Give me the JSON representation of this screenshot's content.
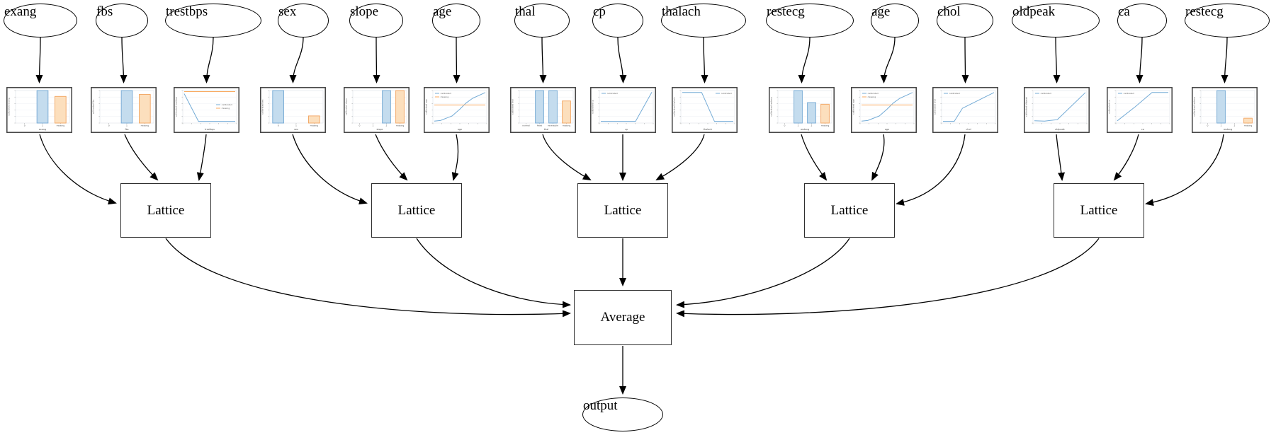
{
  "nodes": {
    "features": [
      "exang",
      "fbs",
      "trestbps",
      "sex",
      "slope",
      "age",
      "thal",
      "cp",
      "thalach",
      "restecg",
      "age",
      "chol",
      "oldpeak",
      "ca",
      "restecg"
    ],
    "lattice_label": "Lattice",
    "average_label": "Average",
    "output_label": "output",
    "lattice_count": 5
  },
  "colors": {
    "calibrated_blue": "#74abd6",
    "missing_orange": "#f9a95f",
    "bar_blue_fill": "#c4dcee",
    "bar_blue_edge": "#73a8d4",
    "bar_orange_fill": "#fcdfbd",
    "bar_orange_edge": "#f2a35f",
    "node_stroke": "#000000",
    "chart_frame": "#3f3f3f",
    "background": "#ffffff"
  },
  "chart_data": [
    {
      "type": "bar",
      "feature": "exang",
      "xlabel": "exang",
      "ylabel": "calibrated exang",
      "xticks": [
        "0",
        "1",
        "missing"
      ],
      "bars": [
        {
          "tick": "1",
          "height": 1.0,
          "color": "blue"
        },
        {
          "tick": "missing",
          "height": 0.82,
          "color": "orange"
        }
      ],
      "legend": null
    },
    {
      "type": "bar",
      "feature": "fbs",
      "xlabel": "fbs",
      "ylabel": "calibrated fbs",
      "xticks": [
        "0",
        "1",
        "missing"
      ],
      "bars": [
        {
          "tick": "1",
          "height": 1.0,
          "color": "blue"
        },
        {
          "tick": "missing",
          "height": 0.88,
          "color": "orange"
        }
      ],
      "legend": null
    },
    {
      "type": "line",
      "feature": "trestbps",
      "xlabel": "trestbps",
      "ylabel": "calibrated trestbps",
      "series": [
        {
          "name": "calibrated",
          "color": "blue",
          "points": [
            [
              0,
              0.93
            ],
            [
              0.28,
              0.02
            ],
            [
              1,
              0.02
            ]
          ]
        },
        {
          "name": "missing",
          "color": "orange",
          "points": [
            [
              0,
              1
            ],
            [
              1,
              1
            ]
          ]
        }
      ],
      "legend": {
        "position": "mid-right",
        "entries": [
          {
            "label": "calibrated",
            "color": "blue"
          },
          {
            "label": "missing",
            "color": "orange"
          }
        ]
      }
    },
    {
      "type": "bar",
      "feature": "sex",
      "xlabel": "sex",
      "ylabel": "calibrated sex",
      "xticks": [
        "0",
        "1",
        "missing"
      ],
      "bars": [
        {
          "tick": "0",
          "height": 1.0,
          "color": "blue"
        },
        {
          "tick": "missing",
          "height": 0.22,
          "color": "orange"
        }
      ],
      "legend": null
    },
    {
      "type": "bar",
      "feature": "slope",
      "xlabel": "slope",
      "ylabel": "calibrated slope",
      "xticks": [
        "0",
        "1",
        "2",
        "missing"
      ],
      "bars": [
        {
          "tick": "2",
          "height": 1.0,
          "color": "blue"
        },
        {
          "tick": "missing",
          "height": 1.0,
          "color": "orange"
        }
      ],
      "legend": null
    },
    {
      "type": "line",
      "feature": "age",
      "xlabel": "age",
      "ylabel": "calibrated age",
      "series": [
        {
          "name": "calibrated",
          "color": "blue",
          "points": [
            [
              0,
              0.03
            ],
            [
              0.12,
              0.05
            ],
            [
              0.35,
              0.2
            ],
            [
              0.5,
              0.42
            ],
            [
              0.62,
              0.62
            ],
            [
              0.75,
              0.78
            ],
            [
              1,
              0.97
            ]
          ]
        },
        {
          "name": "missing",
          "color": "orange",
          "points": [
            [
              0,
              0.56
            ],
            [
              1,
              0.56
            ]
          ]
        }
      ],
      "legend": {
        "position": "top-left",
        "entries": [
          {
            "label": "calibrated",
            "color": "blue"
          },
          {
            "label": "missing",
            "color": "orange"
          }
        ]
      }
    },
    {
      "type": "bar",
      "feature": "thal",
      "xlabel": "thal",
      "ylabel": "calibrated thal",
      "xticks": [
        "normal",
        "fixed",
        "reversible",
        "missing"
      ],
      "bars": [
        {
          "tick": "fixed",
          "height": 1.0,
          "color": "blue"
        },
        {
          "tick": "reversible",
          "height": 1.0,
          "color": "blue"
        },
        {
          "tick": "missing",
          "height": 0.68,
          "color": "orange"
        }
      ],
      "legend": null
    },
    {
      "type": "line",
      "feature": "cp",
      "xlabel": "cp",
      "ylabel": "calibrated cp",
      "series": [
        {
          "name": "calibrated",
          "color": "blue",
          "points": [
            [
              0,
              0.02
            ],
            [
              0.68,
              0.02
            ],
            [
              1,
              0.98
            ]
          ]
        }
      ],
      "legend": {
        "position": "top-left",
        "entries": [
          {
            "label": "calibrated",
            "color": "blue"
          }
        ]
      }
    },
    {
      "type": "line",
      "feature": "thalach",
      "xlabel": "thalach",
      "ylabel": "calibrated thalach",
      "series": [
        {
          "name": "calibrated",
          "color": "blue",
          "points": [
            [
              0,
              0.97
            ],
            [
              0.38,
              0.97
            ],
            [
              0.63,
              0.02
            ],
            [
              1,
              0.02
            ]
          ]
        }
      ],
      "legend": {
        "position": "top-right",
        "entries": [
          {
            "label": "calibrated",
            "color": "blue"
          }
        ]
      }
    },
    {
      "type": "bar",
      "feature": "restecg",
      "xlabel": "restecg",
      "ylabel": "calibrated restecg",
      "xticks": [
        "0",
        "1",
        "2",
        "missing"
      ],
      "bars": [
        {
          "tick": "1",
          "height": 1.0,
          "color": "blue"
        },
        {
          "tick": "2",
          "height": 0.63,
          "color": "blue"
        },
        {
          "tick": "missing",
          "height": 0.58,
          "color": "orange"
        }
      ],
      "legend": null
    },
    {
      "type": "line",
      "feature": "age",
      "xlabel": "age",
      "ylabel": "calibrated age",
      "series": [
        {
          "name": "calibrated",
          "color": "blue",
          "points": [
            [
              0,
              0.03
            ],
            [
              0.12,
              0.05
            ],
            [
              0.35,
              0.2
            ],
            [
              0.5,
              0.42
            ],
            [
              0.62,
              0.62
            ],
            [
              0.75,
              0.78
            ],
            [
              1,
              0.97
            ]
          ]
        },
        {
          "name": "missing",
          "color": "orange",
          "points": [
            [
              0,
              0.56
            ],
            [
              1,
              0.56
            ]
          ]
        }
      ],
      "legend": {
        "position": "top-left",
        "entries": [
          {
            "label": "calibrated",
            "color": "blue"
          },
          {
            "label": "missing",
            "color": "orange"
          }
        ]
      }
    },
    {
      "type": "line",
      "feature": "chol",
      "xlabel": "chol",
      "ylabel": "calibrated chol",
      "series": [
        {
          "name": "calibrated",
          "color": "blue",
          "points": [
            [
              0,
              0.02
            ],
            [
              0.22,
              0.02
            ],
            [
              0.38,
              0.45
            ],
            [
              1,
              0.97
            ]
          ]
        }
      ],
      "legend": {
        "position": "top-left",
        "entries": [
          {
            "label": "calibrated",
            "color": "blue"
          }
        ]
      }
    },
    {
      "type": "line",
      "feature": "oldpeak",
      "xlabel": "oldpeak",
      "ylabel": "calibrated oldpeak",
      "series": [
        {
          "name": "calibrated",
          "color": "blue",
          "points": [
            [
              0,
              0.04
            ],
            [
              0.2,
              0.03
            ],
            [
              0.45,
              0.08
            ],
            [
              1,
              0.97
            ]
          ]
        }
      ],
      "legend": {
        "position": "top-left",
        "entries": [
          {
            "label": "calibrated",
            "color": "blue"
          }
        ]
      }
    },
    {
      "type": "line",
      "feature": "ca",
      "xlabel": "ca",
      "ylabel": "calibrated ca",
      "series": [
        {
          "name": "calibrated",
          "color": "blue",
          "points": [
            [
              0,
              0.04
            ],
            [
              0.35,
              0.5
            ],
            [
              0.68,
              0.97
            ],
            [
              1,
              0.97
            ]
          ]
        }
      ],
      "legend": {
        "position": "top-left",
        "entries": [
          {
            "label": "calibrated",
            "color": "blue"
          }
        ]
      }
    },
    {
      "type": "bar",
      "feature": "restecg",
      "xlabel": "restecg",
      "ylabel": "calibrated restecg",
      "xticks": [
        "0",
        "1",
        "2",
        "missing"
      ],
      "bars": [
        {
          "tick": "1",
          "height": 1.0,
          "color": "blue"
        },
        {
          "tick": "missing",
          "height": 0.15,
          "color": "orange"
        }
      ],
      "legend": null
    }
  ]
}
